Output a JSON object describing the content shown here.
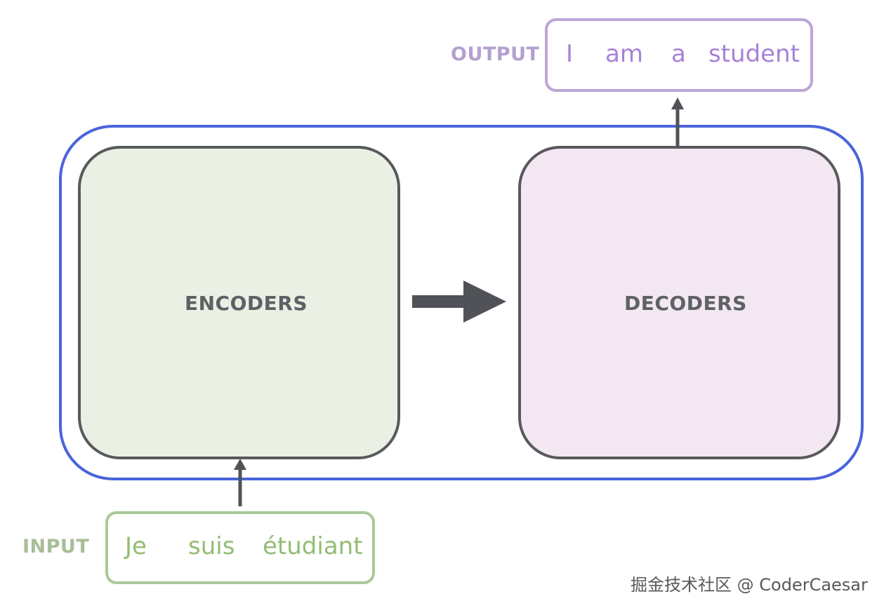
{
  "output": {
    "label": "OUTPUT",
    "words": [
      "I",
      "am",
      "a",
      "student"
    ]
  },
  "input": {
    "label": "INPUT",
    "words": [
      "Je",
      "suis",
      "étudiant"
    ]
  },
  "encoders": {
    "label": "ENCODERS"
  },
  "decoders": {
    "label": "DECODERS"
  },
  "watermark": "掘金技术社区 @ CoderCaesar",
  "colors": {
    "container_border": "#4964dc",
    "box_border": "#58595c",
    "encoder_fill": "#eaf1e4",
    "decoder_fill": "#f3e7f2",
    "output_border": "#bca6d6",
    "input_border": "#a9c99a",
    "arrow": "#505257"
  }
}
